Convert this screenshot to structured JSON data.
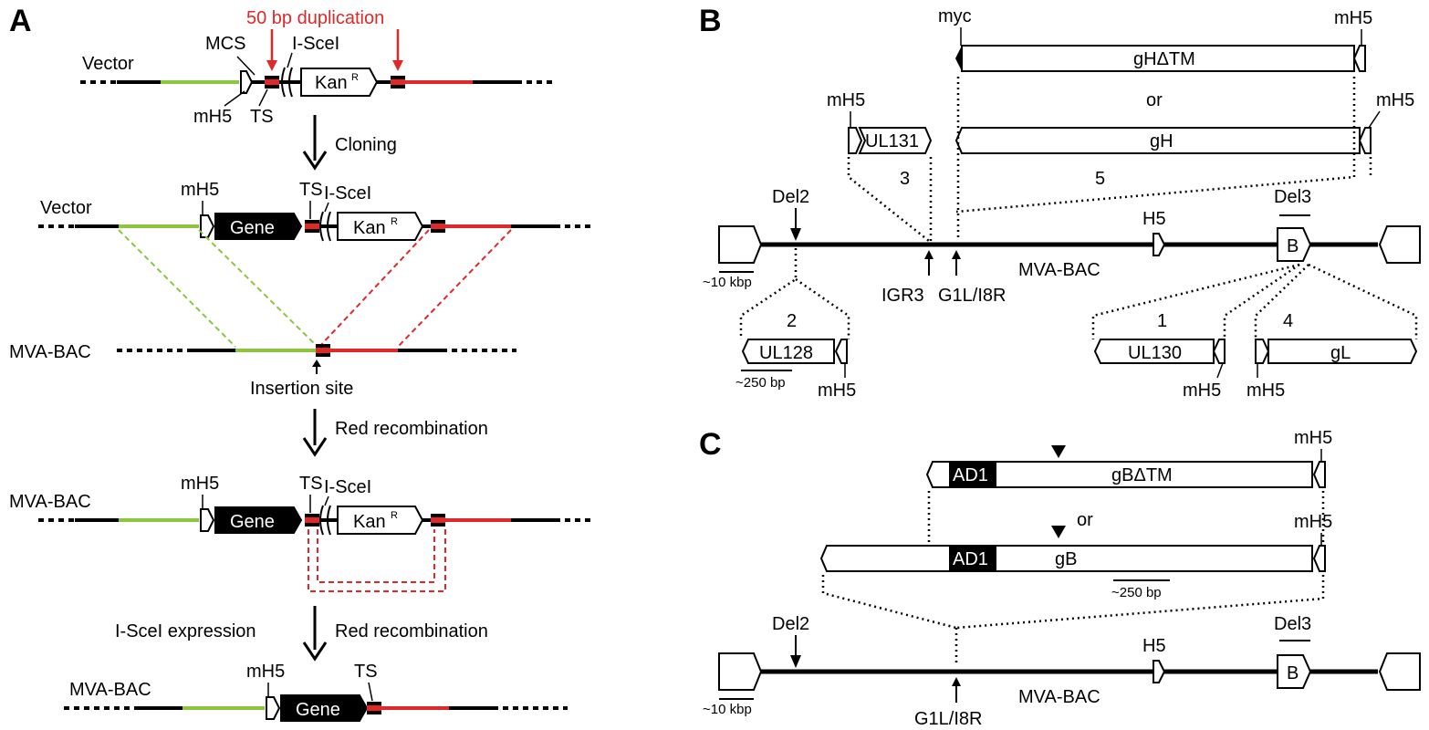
{
  "colors": {
    "green": "#8cc63e",
    "red": "#e02828",
    "black": "#000000"
  },
  "panels": {
    "a": "A",
    "b": "B",
    "c": "C"
  },
  "panel_a": {
    "duplication": "50 bp duplication",
    "vector": "Vector",
    "mva_bac": "MVA-BAC",
    "mcs": "MCS",
    "isce": "I-SceI",
    "kan": "Kan",
    "kan_sup": "R",
    "mh5": "mH5",
    "ts": "TS",
    "gene": "Gene",
    "cloning": "Cloning",
    "insertion_site": "Insertion site",
    "red_recombination": "Red recombination",
    "isce_expression": "I-SceI expression"
  },
  "panel_b": {
    "myc": "myc",
    "mh5": "mH5",
    "gh_dtm": "gHΔTM",
    "or": "or",
    "gh": "gH",
    "ul131": "UL131",
    "n3": "3",
    "n5": "5",
    "del2": "Del2",
    "del3": "Del3",
    "h5": "H5",
    "b": "B",
    "mva_bac": "MVA-BAC",
    "scale_kbp": "~10 kbp",
    "igr3": "IGR3",
    "g1l": "G1L/I8R",
    "n2": "2",
    "n1": "1",
    "n4": "4",
    "ul128": "UL128",
    "ul130": "UL130",
    "gl": "gL",
    "scale_bp": "~250 bp"
  },
  "panel_c": {
    "mh5": "mH5",
    "ad1": "AD1",
    "gb_dtm": "gBΔTM",
    "or": "or",
    "gb": "gB",
    "scale_bp": "~250 bp",
    "del2": "Del2",
    "del3": "Del3",
    "h5": "H5",
    "b": "B",
    "mva_bac": "MVA-BAC",
    "scale_kbp": "~10 kbp",
    "g1l": "G1L/I8R"
  }
}
